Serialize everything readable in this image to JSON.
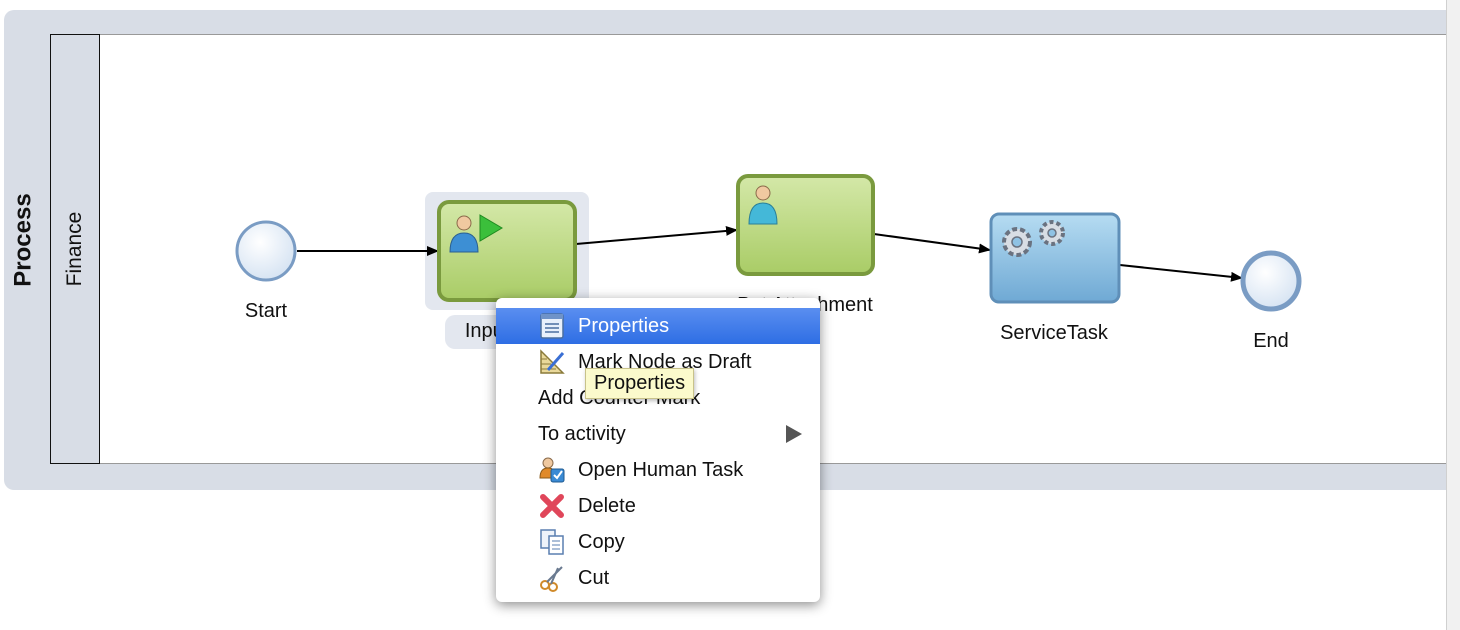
{
  "pool": {
    "label": "Process"
  },
  "lane": {
    "label": "Finance"
  },
  "nodes": {
    "start": "Start",
    "input_task": "Input Data",
    "attachment_task": "Put Attachment",
    "service_task": "ServiceTask",
    "end": "End"
  },
  "context_menu": {
    "items": [
      {
        "label": "Properties",
        "icon": "properties-icon"
      },
      {
        "label": "Mark Node as Draft",
        "icon": "draft-ruler-icon"
      },
      {
        "label": "Add Counter Mark",
        "icon": ""
      },
      {
        "label": "To activity",
        "icon": "",
        "submenu": true
      },
      {
        "label": "Open Human Task",
        "icon": "human-task-icon"
      },
      {
        "label": "Delete",
        "icon": "delete-x-icon"
      },
      {
        "label": "Copy",
        "icon": "copy-icon"
      },
      {
        "label": "Cut",
        "icon": "scissors-icon"
      }
    ]
  },
  "tooltip": {
    "text": "Properties"
  },
  "colors": {
    "user_task_fill": "#b5d57a",
    "user_task_border": "#7a9a3e",
    "service_task_fill": "#8fc2e4",
    "service_task_border": "#5f8fb8",
    "event_border": "#7a9cc4",
    "menu_highlight": "#3a78ea"
  }
}
